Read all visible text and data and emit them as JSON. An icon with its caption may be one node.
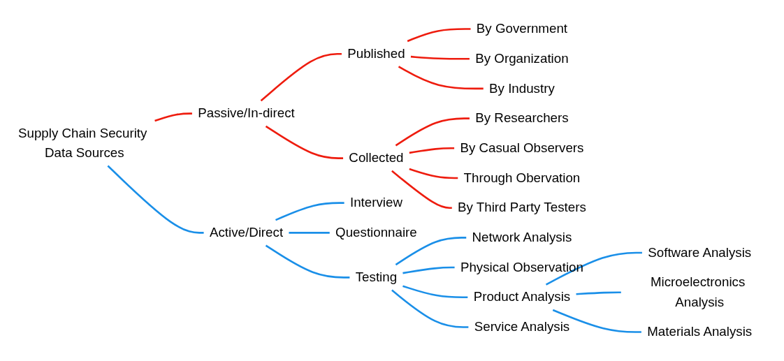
{
  "diagram": {
    "nodes": [
      {
        "text": [
          "Supply Chain Security Data Sources"
        ]
      },
      {
        "text": [
          "Passive/In-direct"
        ]
      },
      {
        "text": [
          "Published"
        ]
      },
      {
        "text": [
          "By Government"
        ]
      },
      {
        "text": [
          "By Organization"
        ]
      },
      {
        "text": [
          "By Industry"
        ]
      },
      {
        "text": [
          "Collected"
        ]
      },
      {
        "text": [
          "By Researchers"
        ]
      },
      {
        "text": [
          "By Casual Observers"
        ]
      },
      {
        "text": [
          "Through Obervation"
        ]
      },
      {
        "text": [
          "By Third Party Testers"
        ]
      },
      {
        "text": [
          "Active/Direct"
        ]
      },
      {
        "text": [
          "Interview"
        ]
      },
      {
        "text": [
          "Questionnaire"
        ]
      },
      {
        "text": [
          "Testing"
        ]
      },
      {
        "text": [
          "Network Analysis"
        ]
      },
      {
        "text": [
          "Physical Observation"
        ]
      },
      {
        "text": [
          "Product Analysis"
        ]
      },
      {
        "text": [
          "Software Analysis"
        ]
      },
      {
        "text": [
          "Microelectronics Analysis"
        ]
      },
      {
        "text": [
          "Materials Analysis"
        ]
      },
      {
        "text": [
          "Service Analysis"
        ]
      }
    ],
    "edges": [
      {
        "from": 0,
        "to": 1,
        "arrow": "none",
        "color": "#ee1c0e"
      },
      {
        "from": 1,
        "to": 2,
        "arrow": "none",
        "color": "#ee1c0e"
      },
      {
        "from": 2,
        "to": 3,
        "arrow": "none",
        "color": "#ee1c0e"
      },
      {
        "from": 2,
        "to": 4,
        "arrow": "none",
        "color": "#ee1c0e"
      },
      {
        "from": 2,
        "to": 5,
        "arrow": "none",
        "color": "#ee1c0e"
      },
      {
        "from": 1,
        "to": 6,
        "arrow": "none",
        "color": "#ee1c0e"
      },
      {
        "from": 6,
        "to": 7,
        "arrow": "none",
        "color": "#ee1c0e"
      },
      {
        "from": 6,
        "to": 8,
        "arrow": "none",
        "color": "#ee1c0e"
      },
      {
        "from": 6,
        "to": 9,
        "arrow": "none",
        "color": "#ee1c0e"
      },
      {
        "from": 6,
        "to": 10,
        "arrow": "none",
        "color": "#ee1c0e"
      },
      {
        "from": 0,
        "to": 11,
        "arrow": "none"
      },
      {
        "from": 11,
        "to": 12,
        "arrow": "none"
      },
      {
        "from": 11,
        "to": 13,
        "arrow": "none"
      },
      {
        "from": 11,
        "to": 14,
        "arrow": "none"
      },
      {
        "from": 14,
        "to": 15,
        "arrow": "none"
      },
      {
        "from": 14,
        "to": 16,
        "arrow": "none"
      },
      {
        "from": 14,
        "to": 17,
        "arrow": "none"
      },
      {
        "from": 17,
        "to": 18,
        "arrow": "none"
      },
      {
        "from": 17,
        "to": 19,
        "arrow": "none"
      },
      {
        "from": 17,
        "to": 20,
        "arrow": "none"
      },
      {
        "from": 14,
        "to": 21,
        "arrow": "none"
      }
    ]
  }
}
